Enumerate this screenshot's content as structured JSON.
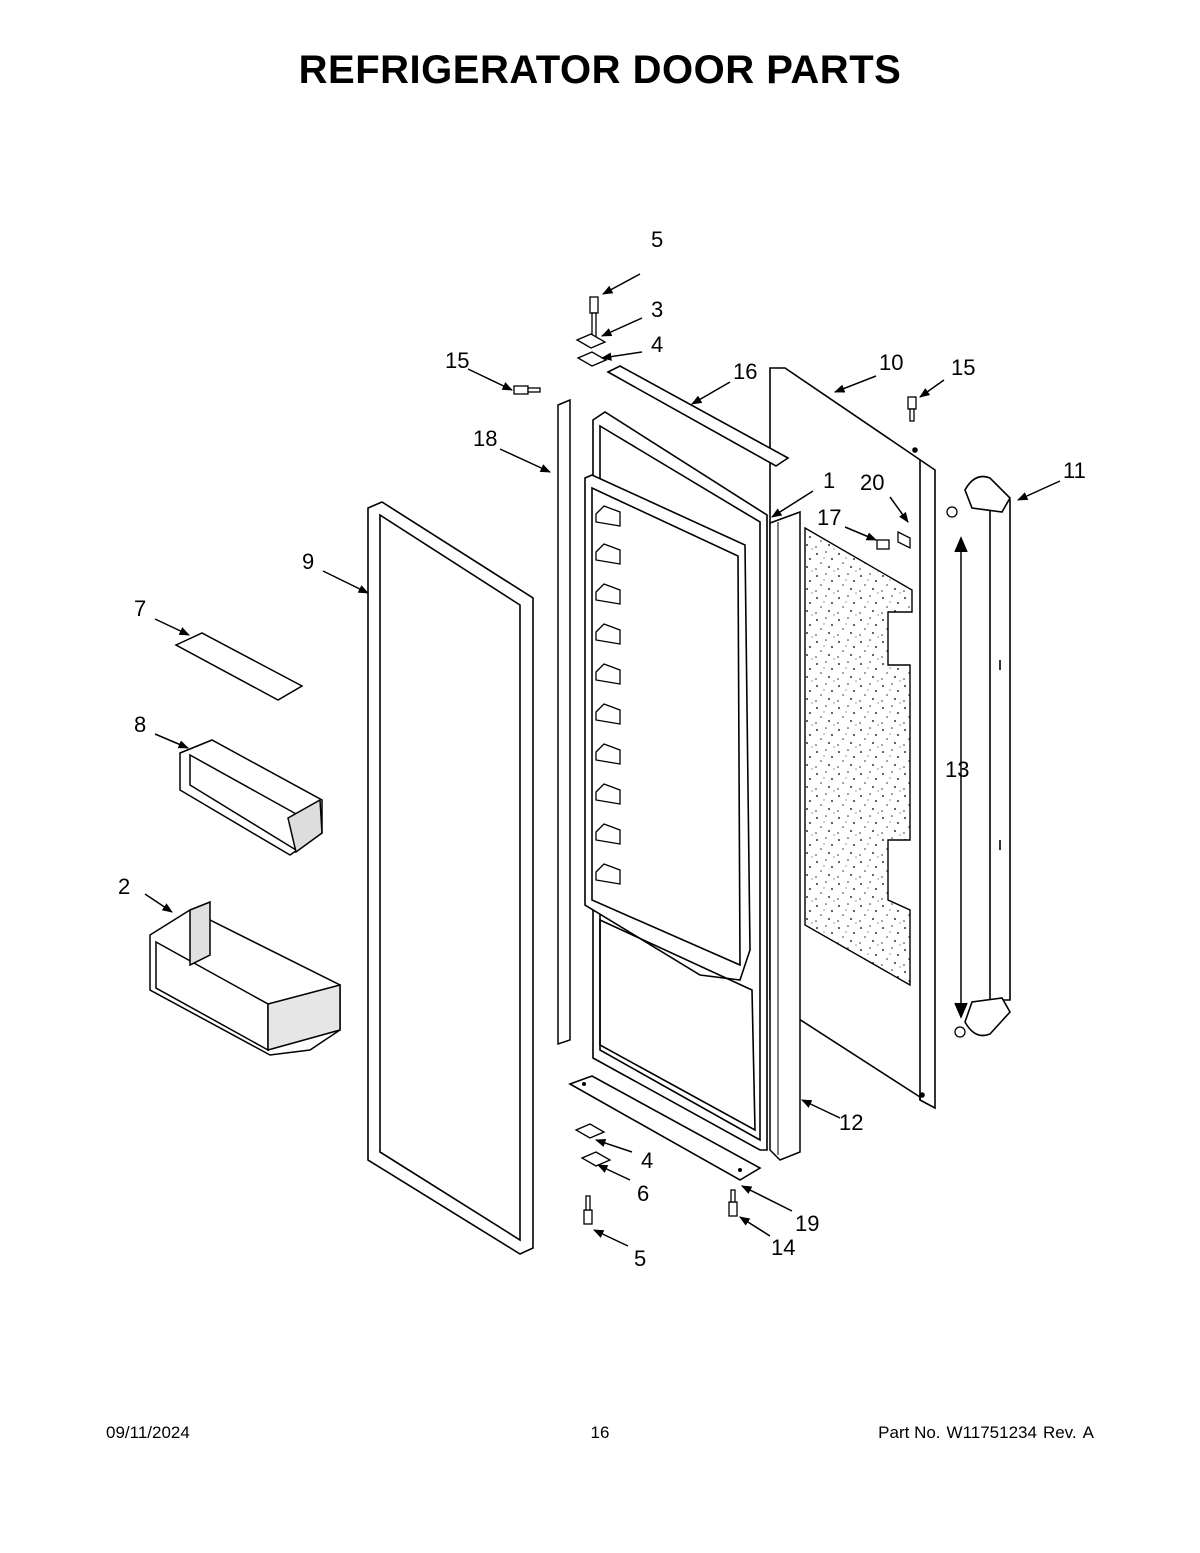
{
  "page": {
    "title": "REFRIGERATOR DOOR PARTS"
  },
  "callouts": {
    "c5_top": "5",
    "c3": "3",
    "c4_top": "4",
    "c15_left": "15",
    "c16": "16",
    "c10": "10",
    "c15_right": "15",
    "c18": "18",
    "c1": "1",
    "c20": "20",
    "c11": "11",
    "c17": "17",
    "c9": "9",
    "c7": "7",
    "c8": "8",
    "c13": "13",
    "c2": "2",
    "c12": "12",
    "c4_bottom": "4",
    "c6": "6",
    "c19": "19",
    "c14": "14",
    "c5_bottom": "5"
  },
  "footer": {
    "date": "09/11/2024",
    "page_number": "16",
    "part_label": "Part No.",
    "part_number": "W11751234",
    "rev_label": "Rev.",
    "rev": "A"
  }
}
